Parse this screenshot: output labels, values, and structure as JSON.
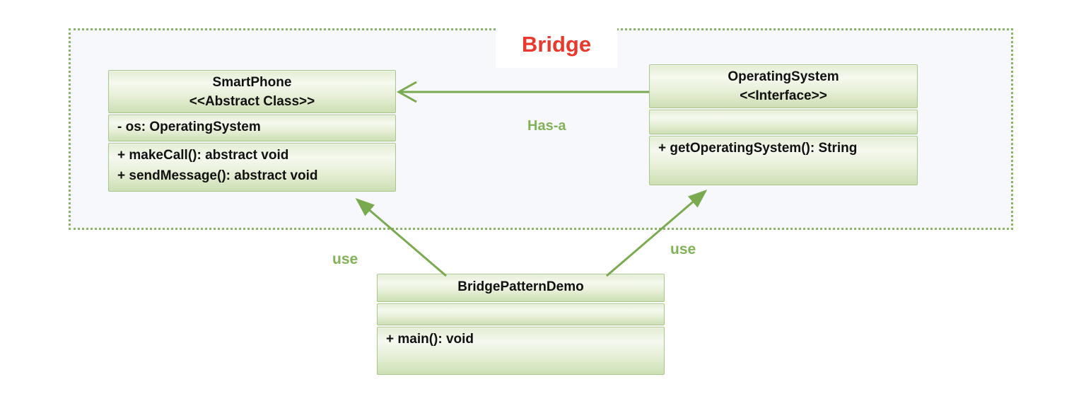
{
  "diagram": {
    "title": "Bridge",
    "labels": {
      "has_a": "Has-a",
      "use_left": "use",
      "use_right": "use"
    },
    "classes": {
      "smartphone": {
        "name": "SmartPhone",
        "stereotype": "<<Abstract Class>>",
        "attribute": "- os: OperatingSystem",
        "method1": "+ makeCall(): abstract void",
        "method2": "+ sendMessage(): abstract void"
      },
      "operating_system": {
        "name": "OperatingSystem",
        "stereotype": "<<Interface>>",
        "attribute": "",
        "method1": "+ getOperatingSystem(): String"
      },
      "bridge_pattern_demo": {
        "name": "BridgePatternDemo",
        "attribute": "",
        "method1": "+ main(): void"
      }
    },
    "relationships": {
      "has_a": {
        "from": "OperatingSystem",
        "to": "SmartPhone",
        "label": "Has-a",
        "arrowhead": "open"
      },
      "use_smartphone": {
        "from": "BridgePatternDemo",
        "to": "SmartPhone",
        "label": "use",
        "arrowhead": "filled"
      },
      "use_operating_system": {
        "from": "BridgePatternDemo",
        "to": "OperatingSystem",
        "label": "use",
        "arrowhead": "filled"
      }
    },
    "colors": {
      "green_line": "#7AAA50",
      "green_label": "#82B257",
      "title_red": "#E9392C",
      "box_border": "#A9C68A",
      "box_fill_top": "#E3EDD4",
      "box_fill_bottom": "#CDDFB4",
      "region_background": "#F6F8FB",
      "dotted_border": "#8CB468"
    }
  }
}
